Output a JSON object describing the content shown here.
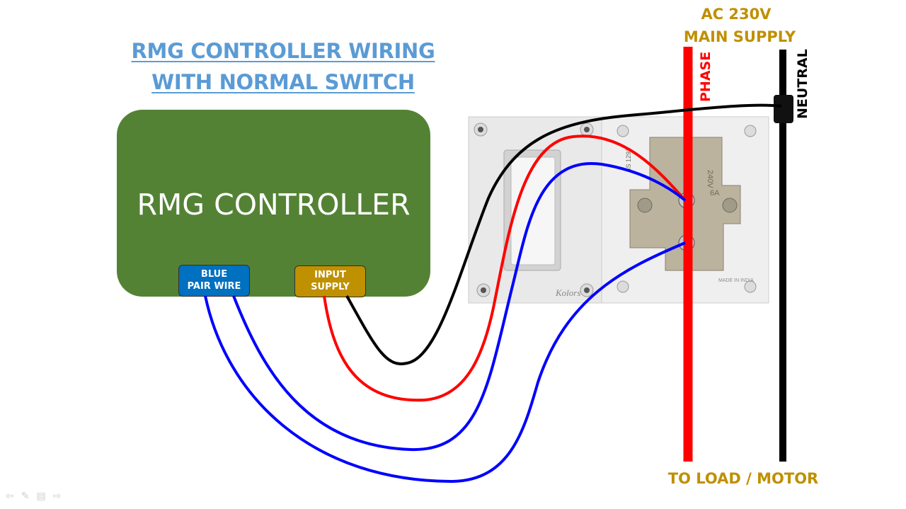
{
  "title": {
    "line1": "RMG CONTROLLER WIRING ",
    "line2": "WITH NORMAL SWITCH"
  },
  "controller": {
    "label": "RMG CONTROLLER",
    "color": "#548235"
  },
  "ports": {
    "blue_pair": {
      "line1": "BLUE",
      "line2": "PAIR WIRE",
      "color": "#0070c0"
    },
    "input_supply": {
      "line1": "INPUT",
      "line2": "SUPPLY",
      "color": "#bf9000"
    }
  },
  "supply": {
    "line1": "AC 230V",
    "line2": "MAIN SUPPLY",
    "phase_label": "PHASE",
    "neutral_label": "NEUTRAL",
    "load_label": "TO LOAD / MOTOR"
  },
  "switch_brand": "Kolors",
  "socket_markings": {
    "rating_a": "6A",
    "rating_v": "240V",
    "iso": "IS 1293",
    "made_in": "MADE IN INDIA"
  },
  "wire_colors": {
    "phase": "#ff0000",
    "neutral": "#000000",
    "signal": "#0000ff"
  },
  "icons": [
    "arrow-left-icon",
    "pen-icon",
    "menu-icon",
    "arrow-right-icon"
  ]
}
